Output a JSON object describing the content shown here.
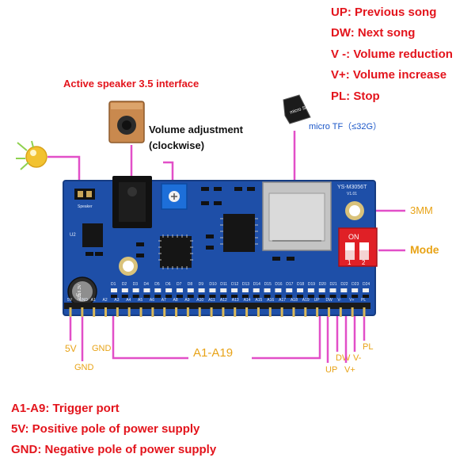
{
  "legend_top": [
    "UP: Previous song",
    "DW: Next song",
    "V -: Volume reduction",
    "V+: Volume increase",
    "PL: Stop"
  ],
  "legend_bottom": [
    "A1-A9: Trigger port",
    "5V: Positive pole of power supply",
    "GND: Negative pole of power supply"
  ],
  "callouts": {
    "speaker": "Active speaker 3.5 interface",
    "volume_line1": "Volume adjustment",
    "volume_line2": "(clockwise)",
    "tf": "micro TF（≤32G）",
    "tf_card_text": "micro SD",
    "mm": "3MM",
    "mode": "Mode",
    "a1a19": "A1-A19"
  },
  "pin_labels": {
    "v5": "5V",
    "gnd_bottom": "GND",
    "gnd_side": "GND",
    "up": "UP",
    "dw": "DW",
    "vplus": "V+",
    "vminus": "V-",
    "pl": "PL"
  },
  "board": {
    "model": "YS-M3056T",
    "version": "V1.01",
    "dip_on": "ON",
    "dip_1": "1",
    "dip_2": "2",
    "cap": "220 6.3V",
    "ut": "UT",
    "u2": "U2",
    "speaker": "Speaker",
    "led_labels": [
      "D1",
      "D2",
      "D3",
      "D4",
      "D5",
      "D6",
      "D7",
      "D8",
      "D9",
      "D10",
      "D11",
      "D12",
      "D13",
      "D14",
      "D15",
      "D16",
      "D17",
      "D18",
      "D19",
      "D20",
      "D21",
      "D22",
      "D23",
      "D24"
    ],
    "pin_row": [
      "5V",
      "GND",
      "A1",
      "A2",
      "A3",
      "A4",
      "A5",
      "A6",
      "A7",
      "A8",
      "A9",
      "A10",
      "A11",
      "A12",
      "A13",
      "A14",
      "A15",
      "A16",
      "A17",
      "A18",
      "A19",
      "UP",
      "DW",
      "V-",
      "V+",
      "PL"
    ],
    "colors": {
      "pcb": "#1e4fa8",
      "pcb_dark": "#163c82",
      "silk": "#e6eefc",
      "pin": "#111111",
      "red": "#e3141c",
      "pink": "#e24fc8",
      "yellow": "#e8a317"
    }
  }
}
